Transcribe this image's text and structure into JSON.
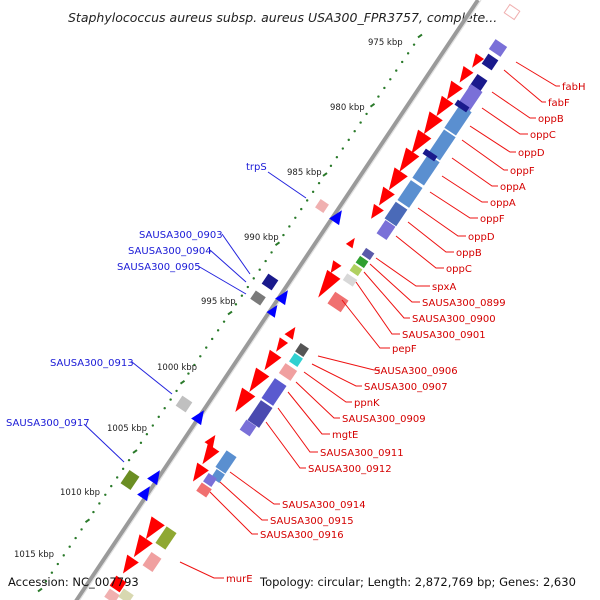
{
  "title": "Staphylococcus aureus subsp. aureus USA300_FPR3757, complete...",
  "footer": {
    "accession": "Accession: NC_007793",
    "summary": "Topology: circular; Length: 2,872,769 bp; Genes: 2,630"
  },
  "scale_labels": [
    "975 kbp",
    "980 kbp",
    "985 kbp",
    "990 kbp",
    "995 kbp",
    "1000 kbp",
    "1005 kbp",
    "1010 kbp",
    "1015 kbp"
  ],
  "right_labels": [
    "fabH",
    "fabF",
    "oppB",
    "oppC",
    "oppD",
    "oppF",
    "oppA",
    "oppA",
    "oppF",
    "oppD",
    "oppB",
    "oppC",
    "spxA",
    "SAUSA300_0899",
    "SAUSA300_0900",
    "SAUSA300_0901",
    "pepF",
    "SAUSA300_0906",
    "SAUSA300_0907",
    "ppnK",
    "SAUSA300_0909",
    "mgtE",
    "SAUSA300_0911",
    "SAUSA300_0912",
    "SAUSA300_0914",
    "SAUSA300_0915",
    "SAUSA300_0916",
    "murE"
  ],
  "left_labels": [
    "trpS",
    "SAUSA300_0903",
    "SAUSA300_0904",
    "SAUSA300_0905",
    "SAUSA300_0913",
    "SAUSA300_0917"
  ],
  "colors": {
    "backbone": "#8a8a8a",
    "forward_cds": "#ff0000",
    "reverse_cds": "#0000ff",
    "cds_blue_mid": "#5a8fd0",
    "cds_navy": "#1a1a8c",
    "cds_lavender": "#7a70d8",
    "cds_pink": "#f0a0a0",
    "cds_olive": "#6b8e23",
    "cds_cyan": "#30d0d0",
    "tick_green": "#2a7a2a",
    "label_red": "#d40000",
    "label_blue": "#1a1ad6"
  }
}
